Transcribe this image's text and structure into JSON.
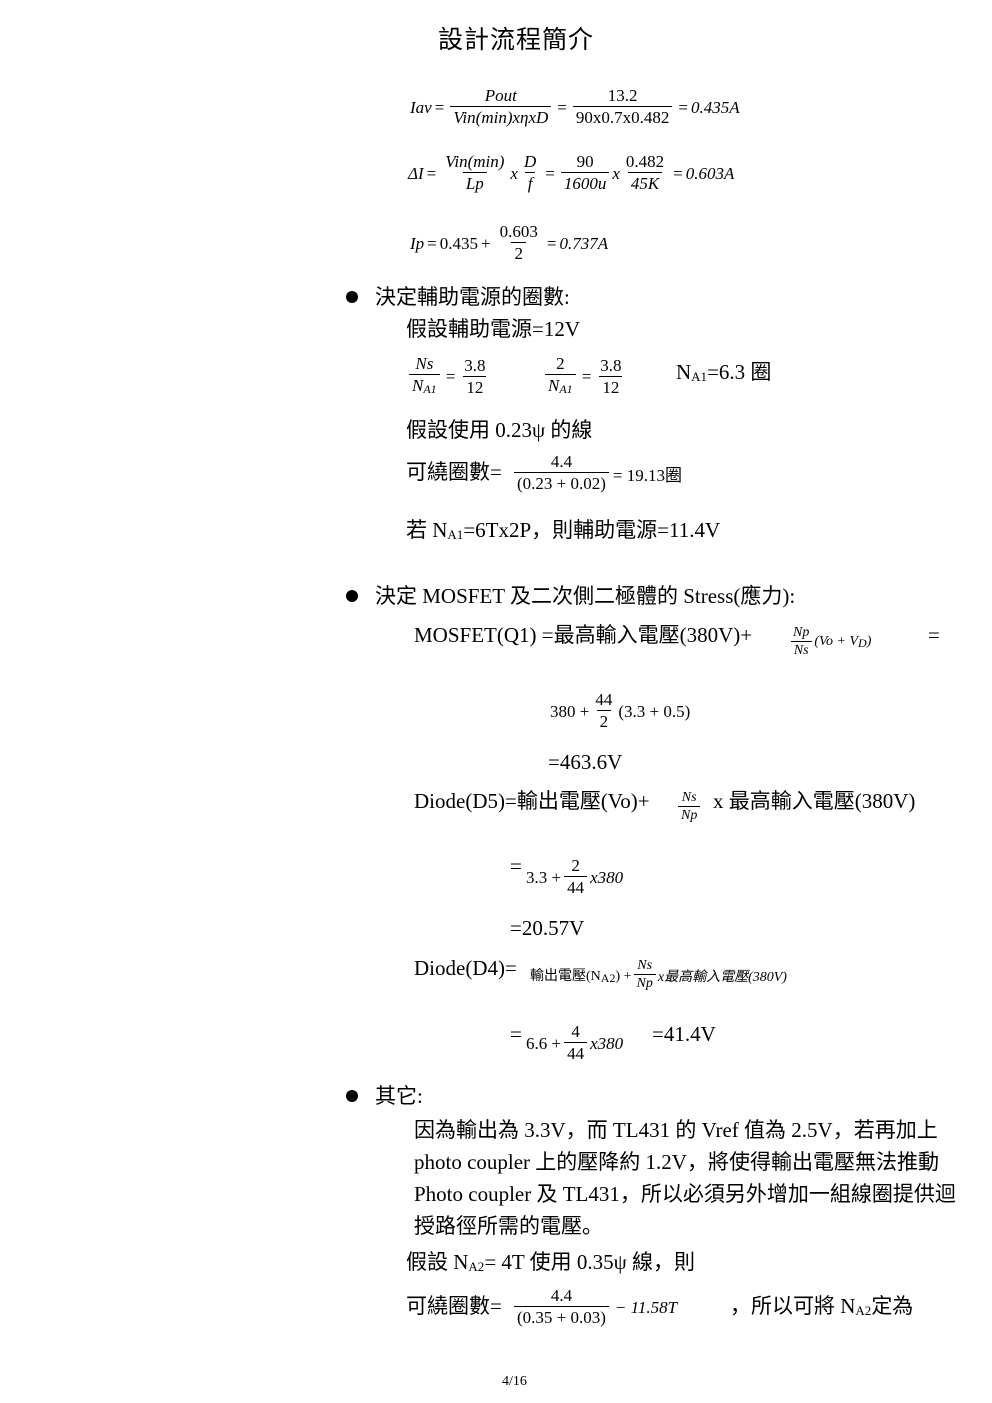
{
  "header": {
    "title": "設計流程簡介"
  },
  "eq1": {
    "lhs": "Iav",
    "num1": "Pout",
    "den1": "Vin(min)xηxD",
    "num2": "13.2",
    "den2": "90x0.7x0.482",
    "result": "0.435A"
  },
  "eq2": {
    "lhs": "ΔI",
    "num1": "Vin(min)",
    "den1": "Lp",
    "x": "x",
    "num2": "D",
    "den2": "f",
    "num3": "90",
    "den3": "1600u",
    "num4": "0.482",
    "den4": "45K",
    "result": "0.603A"
  },
  "eq3": {
    "lhs": "Ip",
    "a": "0.435",
    "plus": "+",
    "num": "0.603",
    "den": "2",
    "result": "0.737A"
  },
  "s1": {
    "heading": "決定輔助電源的圈數:",
    "line1": "假設輔助電源=12V",
    "frac_a_num": "Ns",
    "frac_a_den": "N",
    "frac_a_den_sub": "A1",
    "frac_b_num": "3.8",
    "frac_b_den": "12",
    "frac_c_num": "2",
    "frac_c_den": "N",
    "frac_c_den_sub": "A1",
    "frac_d_num": "3.8",
    "frac_d_den": "12",
    "na1_pre": "N",
    "na1_sub": "A1",
    "na1_post": "=6.3 圈",
    "line2": "假設使用 0.23ψ 的線",
    "turns_label": "可繞圈數=",
    "turns_num": "4.4",
    "turns_den": "(0.23 + 0.02)",
    "turns_result": "= 19.13圈",
    "line3_pre": "若 N",
    "line3_sub": "A1",
    "line3_post": "=6Tx2P，則輔助電源=11.4V"
  },
  "s2": {
    "heading": "決定 MOSFET 及二次側二極體的 Stress(應力):",
    "mos_label": "MOSFET(Q1) =最高輸入電壓(380V)+",
    "mos_frac_num": "Np",
    "mos_frac_den": "Ns",
    "mos_paren": "(Vo + V",
    "mos_paren_sub": "D",
    "mos_paren_end": ")",
    "mos_eq": "=",
    "mos_calc_a": "380 +",
    "mos_calc_num": "44",
    "mos_calc_den": "2",
    "mos_calc_b": "(3.3 + 0.5)",
    "mos_result": "=463.6V",
    "d5_label": "Diode(D5)=輸出電壓(Vo)+",
    "d5_frac_num": "Ns",
    "d5_frac_den": "Np",
    "d5_tail": "x 最高輸入電壓(380V)",
    "d5_eq": "=",
    "d5_calc_a": "3.3 +",
    "d5_calc_num": "2",
    "d5_calc_den": "44",
    "d5_calc_b": "x380",
    "d5_result": "=20.57V",
    "d4_label": "Diode(D4)=",
    "d4_a": "輸出電壓(N",
    "d4_a_sub": "A2",
    "d4_a_end": ") +",
    "d4_frac_num": "Ns",
    "d4_frac_den": "Np",
    "d4_tail": "x最高輸入電壓(380V)",
    "d4_eq": "=",
    "d4_calc_a": "6.6 +",
    "d4_calc_num": "4",
    "d4_calc_den": "44",
    "d4_calc_b": "x380",
    "d4_result": "=41.4V"
  },
  "s3": {
    "heading": "其它:",
    "para": "因為輸出為 3.3V，而 TL431 的 Vref 值為 2.5V，若再加上 photo coupler 上的壓降約 1.2V，將使得輸出電壓無法推動 Photo coupler 及 TL431，所以必須另外增加一組線圈提供迴授路徑所需的電壓。",
    "line1_pre": "假設 N",
    "line1_sub": "A2",
    "line1_post": "= 4T 使用 0.35ψ 線，則",
    "turns_label": "可繞圈數=",
    "turns_num": "4.4",
    "turns_den": "(0.35 + 0.03)",
    "turns_result": "− 11.58T",
    "tail_pre": "，所以可將 N",
    "tail_sub": "A2",
    "tail_post": "定為"
  },
  "footer": {
    "page": "4/16"
  }
}
